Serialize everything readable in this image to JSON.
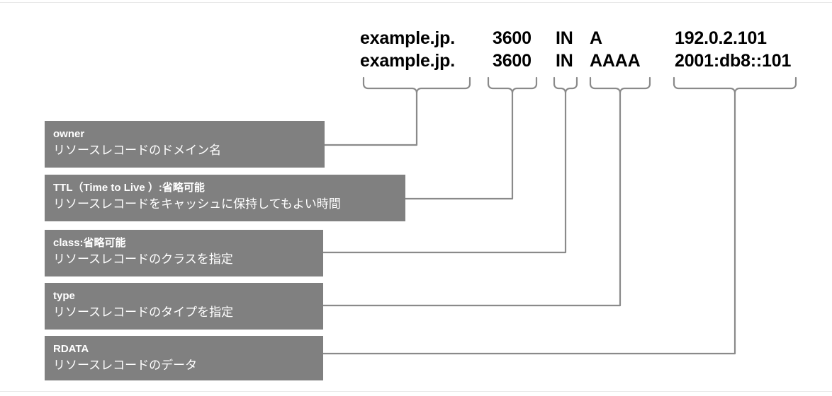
{
  "diagram": {
    "title": "DNS resource record format breakdown",
    "colors": {
      "box_fill": "#808080",
      "box_text": "#ffffff",
      "record_text": "#000000",
      "connector": "#808080",
      "background": "#ffffff"
    },
    "records": [
      {
        "owner": "example.jp.",
        "ttl": "3600",
        "class": "IN",
        "type": "A",
        "rdata": "192.0.2.101"
      },
      {
        "owner": "example.jp.",
        "ttl": "3600",
        "class": "IN",
        "type": "AAAA",
        "rdata": "2001:db8::101"
      }
    ],
    "fields": [
      {
        "key": "owner",
        "title": "owner",
        "description": "リソースレコードのドメイン名"
      },
      {
        "key": "ttl",
        "title": "TTL（Time to Live ）:省略可能",
        "description": "リソースレコードをキャッシュに保持してもよい時間"
      },
      {
        "key": "class",
        "title": "class:省略可能",
        "description": "リソースレコードのクラスを指定"
      },
      {
        "key": "type",
        "title": "type",
        "description": "リソースレコードのタイプを指定"
      },
      {
        "key": "rdata",
        "title": "RDATA",
        "description": "リソースレコードのデータ"
      }
    ]
  }
}
